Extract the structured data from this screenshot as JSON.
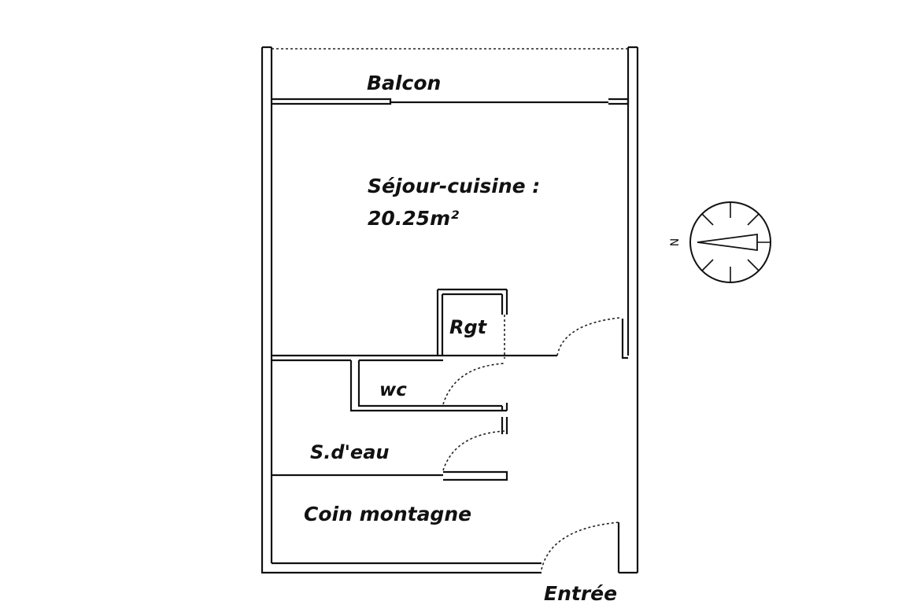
{
  "rooms": {
    "balcon": "Balcon",
    "sejour": "Séjour-cuisine :",
    "sejour_area": "20.25m²",
    "rgt": "Rgt",
    "wc": "wc",
    "sdeau": "S.d'eau",
    "coin": "Coin montagne",
    "entree": "Entrée"
  },
  "compass": {
    "north_label": "N"
  }
}
